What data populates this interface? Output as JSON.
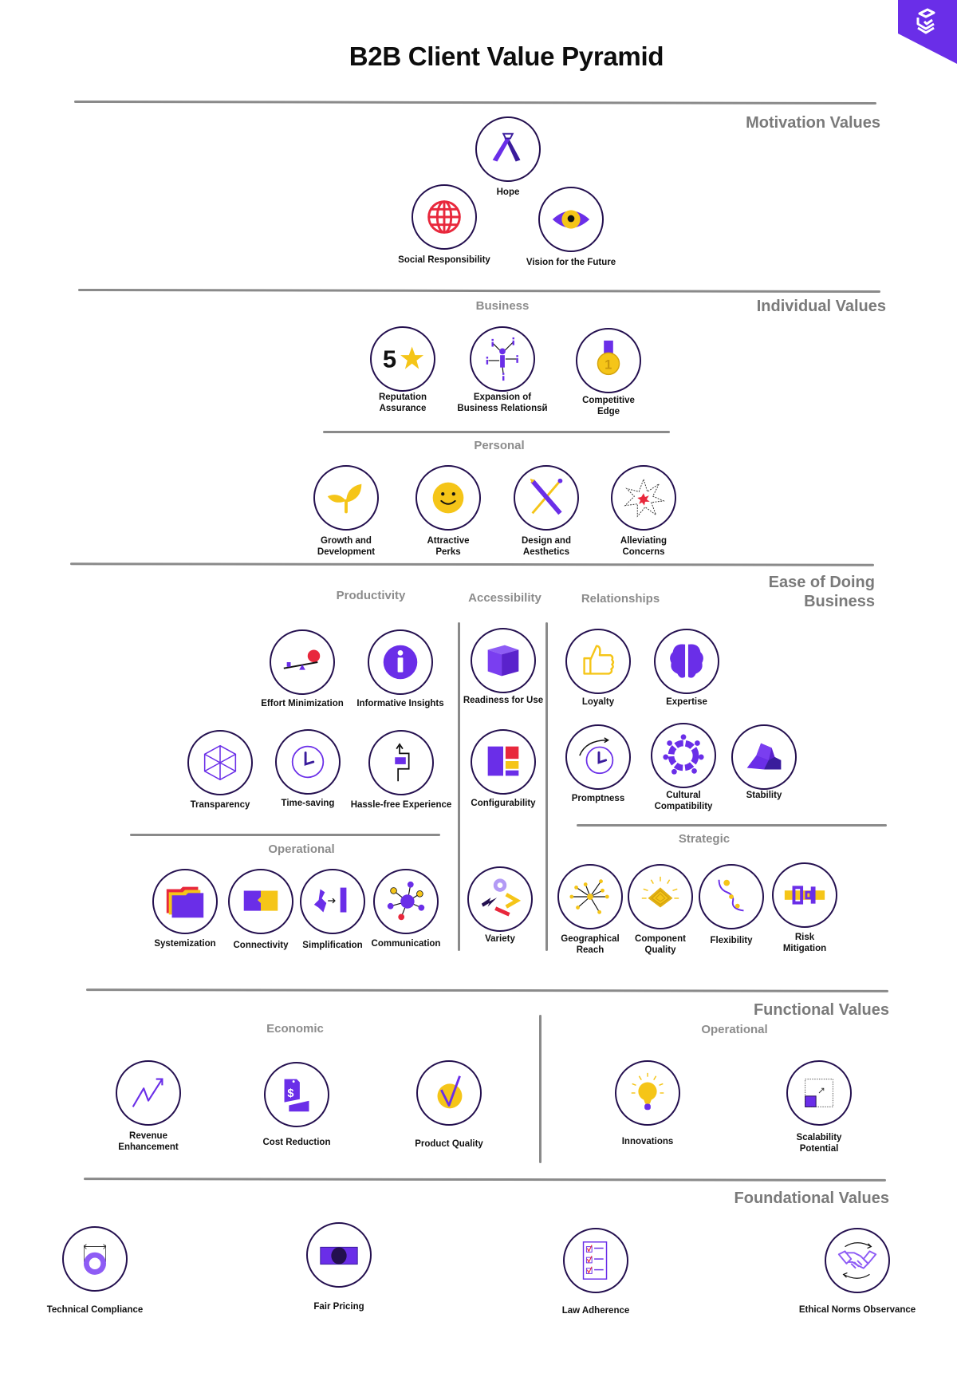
{
  "title": "B2B Client Value Pyramid",
  "brand": {
    "accent": "#6a2ee8",
    "icon": "layered-check-logo-icon"
  },
  "colors": {
    "purple": "#6a2ee8",
    "yellow": "#f5c518",
    "red": "#e8283c",
    "dark": "#24104f",
    "gray_text": "#7a7a7a",
    "divider": "#8a8a8a"
  },
  "sections": {
    "motivation": {
      "title": "Motivation Values",
      "items": [
        {
          "label": "Hope",
          "icon": "ribbon-icon"
        },
        {
          "label": "Social Responsibility",
          "icon": "globe-icon"
        },
        {
          "label": "Vision for the Future",
          "icon": "eye-icon"
        }
      ]
    },
    "individual": {
      "title": "Individual Values",
      "business": {
        "title": "Business",
        "items": [
          {
            "label": "Reputation\nAssurance",
            "icon": "five-star-icon"
          },
          {
            "label": "Expansion of\nBusiness Relationsй",
            "icon": "network-person-icon"
          },
          {
            "label": "Competitive\nEdge",
            "icon": "medal-icon"
          }
        ]
      },
      "personal": {
        "title": "Personal",
        "items": [
          {
            "label": "Growth and\nDevelopment",
            "icon": "sprout-icon"
          },
          {
            "label": "Attractive\nPerks",
            "icon": "smiley-icon"
          },
          {
            "label": "Design and\nAesthetics",
            "icon": "pencil-brush-icon"
          },
          {
            "label": "Alleviating\nConcerns",
            "icon": "burst-icon"
          }
        ]
      }
    },
    "ease": {
      "title": "Ease of Doing\nBusiness",
      "productivity": {
        "title": "Productivity",
        "items": [
          {
            "label": "Effort Minimization",
            "icon": "seesaw-icon"
          },
          {
            "label": "Informative Insights",
            "icon": "info-icon"
          },
          {
            "label": "Transparency",
            "icon": "wireframe-cube-icon"
          },
          {
            "label": "Time-saving",
            "icon": "clock-icon"
          },
          {
            "label": "Hassle-free Experience",
            "icon": "path-arrow-icon"
          }
        ]
      },
      "accessibility": {
        "title": "Accessibility",
        "items": [
          {
            "label": "Readiness for Use",
            "icon": "box-icon"
          },
          {
            "label": "Configurability",
            "icon": "layout-blocks-icon"
          },
          {
            "label": "Variety",
            "icon": "shapes-icon"
          }
        ]
      },
      "relationships": {
        "title": "Relationships",
        "items": [
          {
            "label": "Loyalty",
            "icon": "thumbs-up-icon"
          },
          {
            "label": "Expertise",
            "icon": "brain-icon"
          },
          {
            "label": "Promptness",
            "icon": "clock-arrow-icon"
          },
          {
            "label": "Cultural\nCompatibility",
            "icon": "people-circle-icon"
          },
          {
            "label": "Stability",
            "icon": "rock-icon"
          }
        ]
      },
      "operational": {
        "title": "Operational",
        "items": [
          {
            "label": "Systemization",
            "icon": "folders-icon"
          },
          {
            "label": "Connectivity",
            "icon": "puzzle-blocks-icon"
          },
          {
            "label": "Simplification",
            "icon": "simplify-arrow-icon"
          },
          {
            "label": "Communication",
            "icon": "hub-network-icon"
          }
        ]
      },
      "strategic": {
        "title": "Strategic",
        "items": [
          {
            "label": "Geographical\nReach",
            "icon": "radial-points-icon"
          },
          {
            "label": "Component\nQuality",
            "icon": "chip-glow-icon"
          },
          {
            "label": "Flexibility",
            "icon": "wavy-line-icon"
          },
          {
            "label": "Risk\nMitigation",
            "icon": "seatbelt-buckle-icon"
          }
        ]
      }
    },
    "functional": {
      "title": "Functional Values",
      "economic": {
        "title": "Economic",
        "items": [
          {
            "label": "Revenue\nEnhancement",
            "icon": "trend-up-icon"
          },
          {
            "label": "Cost Reduction",
            "icon": "price-tag-icon"
          },
          {
            "label": "Product Quality",
            "icon": "check-badge-icon"
          }
        ]
      },
      "operational": {
        "title": "Operational",
        "items": [
          {
            "label": "Innovations",
            "icon": "lightbulb-icon"
          },
          {
            "label": "Scalability\nPotential",
            "icon": "scale-box-icon"
          }
        ]
      }
    },
    "foundational": {
      "title": "Foundational Values",
      "items": [
        {
          "label": "Technical Compliance",
          "icon": "ring-measure-icon"
        },
        {
          "label": "Fair Pricing",
          "icon": "banknote-icon"
        },
        {
          "label": "Law Adherence",
          "icon": "checklist-icon"
        },
        {
          "label": "Ethical Norms Observance",
          "icon": "handshake-icon"
        }
      ]
    }
  }
}
